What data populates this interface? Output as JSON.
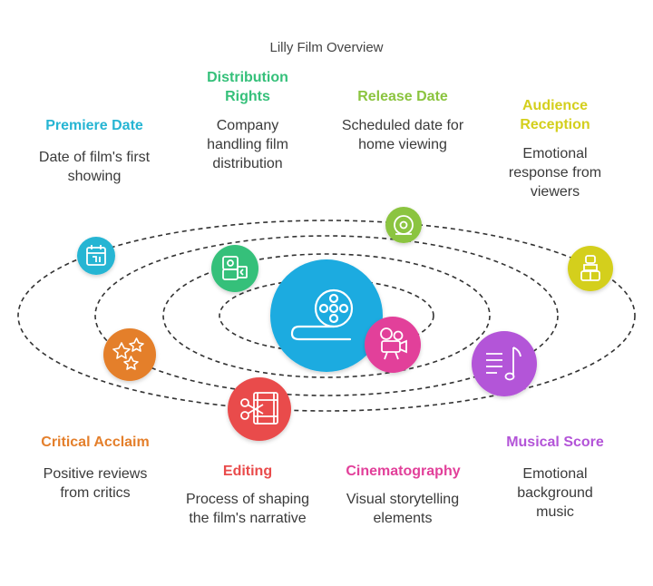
{
  "title": "Lilly Film Overview",
  "items": [
    {
      "id": "premiere",
      "title": "Premiere Date",
      "desc": "Date of film's first showing",
      "color": "#26b5d3",
      "icon": "calendar-icon"
    },
    {
      "id": "distribution",
      "title": "Distribution Rights",
      "desc": "Company handling film distribution",
      "color": "#35c07a",
      "icon": "film-reel-box-icon"
    },
    {
      "id": "release",
      "title": "Release Date",
      "desc": "Scheduled date for home viewing",
      "color": "#8bc43f",
      "icon": "disc-icon"
    },
    {
      "id": "audience",
      "title": "Audience Reception",
      "desc": "Emotional response from viewers",
      "color": "#d4cf1d",
      "icon": "audience-icon"
    },
    {
      "id": "critical",
      "title": "Critical Acclaim",
      "desc": "Positive reviews from critics",
      "color": "#e47f2b",
      "icon": "stars-icon"
    },
    {
      "id": "editing",
      "title": "Editing",
      "desc": "Process of shaping the film's narrative",
      "color": "#e94b4b",
      "icon": "scissors-film-icon"
    },
    {
      "id": "cinematography",
      "title": "Cinematography",
      "desc": "Visual storytelling elements",
      "color": "#e2409a",
      "icon": "camera-icon"
    },
    {
      "id": "musical",
      "title": "Musical Score",
      "desc": "Emotional background music",
      "color": "#b354d8",
      "icon": "music-note-icon"
    }
  ],
  "center": {
    "icon": "film-reel-icon",
    "color": "#1eabe0"
  }
}
